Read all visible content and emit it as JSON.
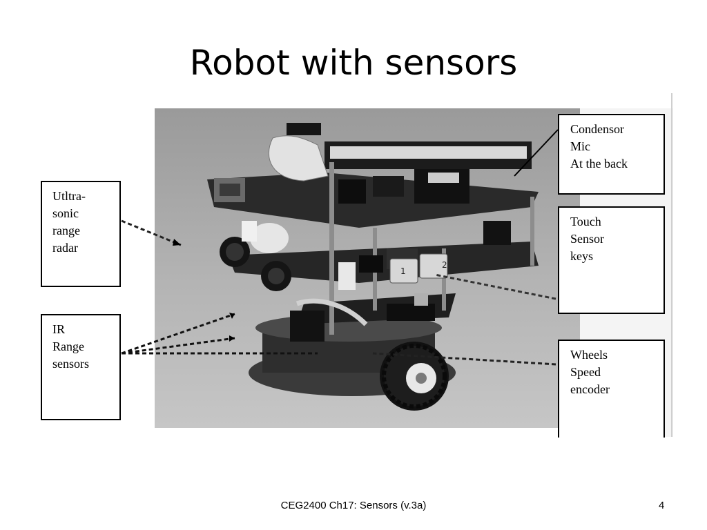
{
  "slide": {
    "title": "Robot with sensors",
    "footer_text": "CEG2400 Ch17: Sensors  (v.3a)",
    "page_number": "4"
  },
  "labels": {
    "ultrasonic": [
      "Utltra-",
      "sonic",
      "range",
      "radar"
    ],
    "ir": [
      "IR",
      "Range",
      "sensors"
    ],
    "condensor": [
      "Condensor",
      "Mic",
      "At the back"
    ],
    "touch": [
      "Touch",
      "Sensor",
      "keys"
    ],
    "wheels": [
      "Wheels",
      "Speed",
      "encoder"
    ]
  },
  "digits_on_keys": [
    "1",
    "2"
  ]
}
